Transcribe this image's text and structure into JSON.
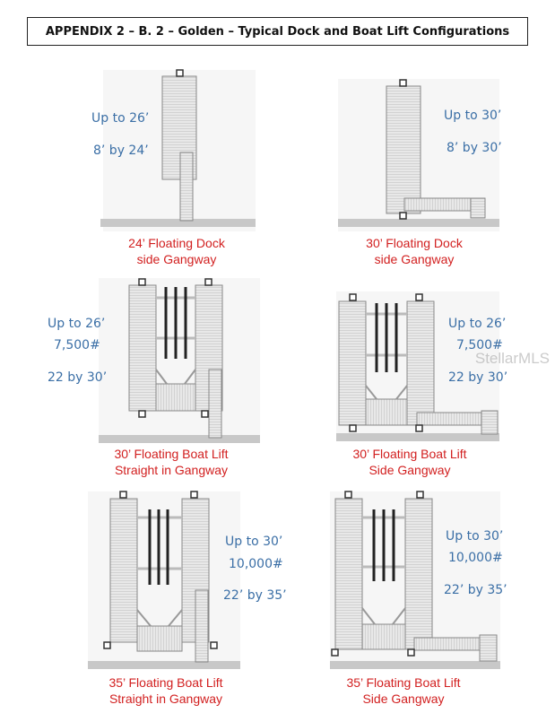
{
  "title": "APPENDIX 2 – B. 2 – Golden – Typical Dock and Boat Lift Configurations",
  "watermark": "StellarMLS",
  "configs": [
    {
      "caption_line1": "24’ Floating Dock",
      "caption_line2": "side Gangway",
      "spec1": "Up to 26’",
      "spec2": "8’ by 24’",
      "spec3": ""
    },
    {
      "caption_line1": "30’ Floating Dock",
      "caption_line2": "side Gangway",
      "spec1": "Up to 30’",
      "spec2": "8’ by 30’",
      "spec3": ""
    },
    {
      "caption_line1": "30’ Floating Boat Lift",
      "caption_line2": "Straight in Gangway",
      "spec1": "Up to 26’",
      "spec2": "7,500#",
      "spec3": "22 by 30’"
    },
    {
      "caption_line1": "30’ Floating Boat Lift",
      "caption_line2": "Side Gangway",
      "spec1": "Up to 26’",
      "spec2": "7,500#",
      "spec3": "22 by 30’"
    },
    {
      "caption_line1": "35’ Floating Boat Lift",
      "caption_line2": "Straight in Gangway",
      "spec1": "Up to 30’",
      "spec2": "10,000#",
      "spec3": "22’ by 35’"
    },
    {
      "caption_line1": "35’ Floating Boat Lift",
      "caption_line2": "Side Gangway",
      "spec1": "Up to 30’",
      "spec2": "10,000#",
      "spec3": "22’ by 35’"
    }
  ]
}
